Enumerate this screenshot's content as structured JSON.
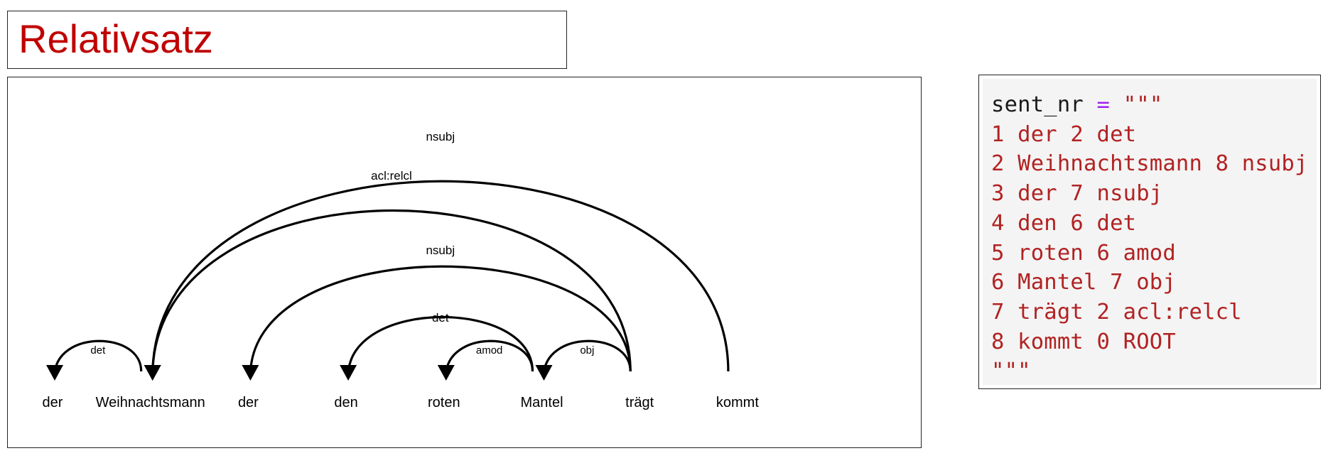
{
  "title": "Relativsatz",
  "diagram": {
    "tokens": [
      "der",
      "Weihnachtsmann",
      "der",
      "den",
      "roten",
      "Mantel",
      "trägt",
      "kommt"
    ],
    "arcs": [
      {
        "head": 2,
        "dep": 1,
        "label": "det"
      },
      {
        "head": 8,
        "dep": 2,
        "label": "nsubj"
      },
      {
        "head": 7,
        "dep": 2,
        "label": "acl:relcl"
      },
      {
        "head": 7,
        "dep": 3,
        "label": "nsubj"
      },
      {
        "head": 6,
        "dep": 4,
        "label": "det"
      },
      {
        "head": 6,
        "dep": 5,
        "label": "amod"
      },
      {
        "head": 7,
        "dep": 6,
        "label": "obj"
      }
    ]
  },
  "code": {
    "var_name": "sent_nr",
    "operator": "=",
    "open_quote": "\"\"\"",
    "lines": [
      "1 der 2 det",
      "2 Weihnachtsmann 8 nsubj",
      "3 der 7 nsubj",
      "4 den 6 det",
      "5 roten 6 amod",
      "6 Mantel 7 obj",
      "7 trägt 2 acl:relcl",
      "8 kommt 0 ROOT"
    ],
    "close_quote": "\"\"\""
  }
}
